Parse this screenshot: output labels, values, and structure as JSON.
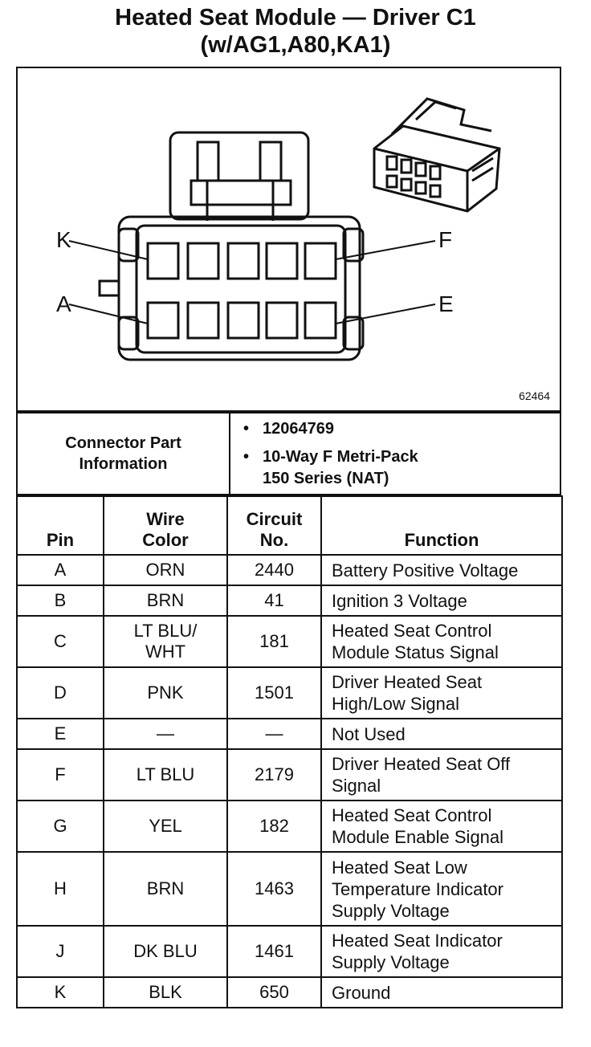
{
  "title_line1": "Heated Seat Module — Driver C1",
  "title_line2": "(w/AG1,A80,KA1)",
  "diagram": {
    "figure_number": "62464",
    "labels": {
      "k": "K",
      "f": "F",
      "a": "A",
      "e": "E"
    }
  },
  "connector_info": {
    "label_line1": "Connector Part",
    "label_line2": "Information",
    "part_number": "12064769",
    "description_line1": "10-Way F Metri-Pack",
    "description_line2": "150 Series (NAT)"
  },
  "headers": {
    "pin": "Pin",
    "wire_line1": "Wire",
    "wire_line2": "Color",
    "circuit_line1": "Circuit",
    "circuit_line2": "No.",
    "function": "Function"
  },
  "rows": [
    {
      "pin": "A",
      "wire": [
        "ORN"
      ],
      "circuit": "2440",
      "function": [
        "Battery Positive Voltage"
      ]
    },
    {
      "pin": "B",
      "wire": [
        "BRN"
      ],
      "circuit": "41",
      "function": [
        "Ignition 3 Voltage"
      ]
    },
    {
      "pin": "C",
      "wire": [
        "LT BLU/",
        "WHT"
      ],
      "circuit": "181",
      "function": [
        "Heated Seat Control",
        "Module Status Signal"
      ]
    },
    {
      "pin": "D",
      "wire": [
        "PNK"
      ],
      "circuit": "1501",
      "function": [
        "Driver Heated Seat",
        "High/Low Signal"
      ]
    },
    {
      "pin": "E",
      "wire": [
        "—"
      ],
      "circuit": "—",
      "function": [
        "Not Used"
      ]
    },
    {
      "pin": "F",
      "wire": [
        "LT BLU"
      ],
      "circuit": "2179",
      "function": [
        "Driver Heated Seat Off",
        "Signal"
      ]
    },
    {
      "pin": "G",
      "wire": [
        "YEL"
      ],
      "circuit": "182",
      "function": [
        "Heated Seat Control",
        "Module Enable Signal"
      ]
    },
    {
      "pin": "H",
      "wire": [
        "BRN"
      ],
      "circuit": "1463",
      "function": [
        "Heated Seat Low",
        "Temperature Indicator",
        "Supply Voltage"
      ]
    },
    {
      "pin": "J",
      "wire": [
        "DK BLU"
      ],
      "circuit": "1461",
      "function": [
        "Heated Seat Indicator",
        "Supply Voltage"
      ]
    },
    {
      "pin": "K",
      "wire": [
        "BLK"
      ],
      "circuit": "650",
      "function": [
        "Ground"
      ]
    }
  ]
}
